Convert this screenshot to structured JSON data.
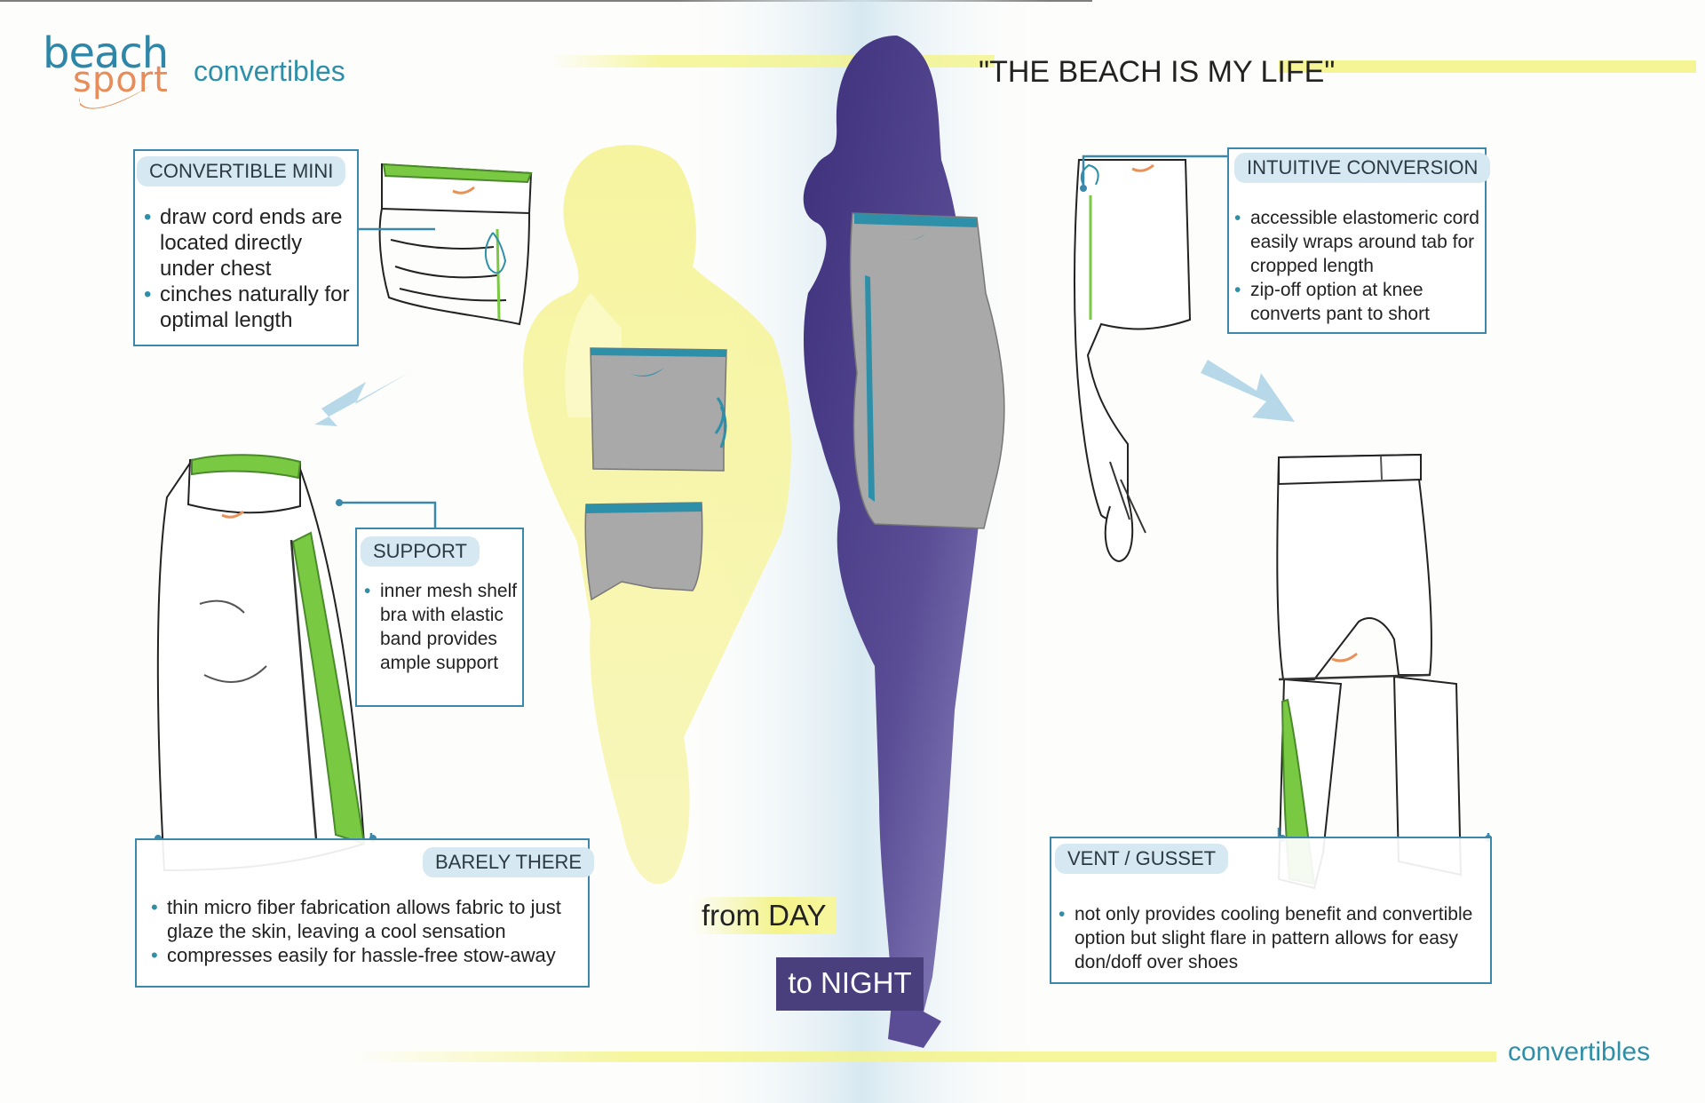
{
  "brand": {
    "logo_top": "beach",
    "logo_bottom": "sport",
    "header_label": "convertibles"
  },
  "tagline": "\"THE BEACH IS MY LIFE\"",
  "callouts": {
    "convertible_mini": {
      "title": "CONVERTIBLE MINI",
      "bullets": [
        "draw cord ends are located directly under chest",
        "cinches naturally for optimal length"
      ]
    },
    "intuitive_conversion": {
      "title": "INTUITIVE CONVERSION",
      "bullets": [
        "accessible elastomeric cord easily wraps around tab for cropped length",
        "zip-off option at knee converts pant to short"
      ]
    },
    "support": {
      "title": "SUPPORT",
      "bullets": [
        "inner mesh shelf bra with elastic band provides ample support"
      ]
    },
    "barely_there": {
      "title": "BARELY THERE",
      "bullets": [
        "thin micro fiber fabrication allows fabric to just glaze the skin, leaving a cool sensation",
        "compresses easily for hassle-free stow-away"
      ]
    },
    "vent_gusset": {
      "title": "VENT / GUSSET",
      "bullets": [
        "not only provides cooling benefit and convertible option but slight flare in pattern allows for easy don/doff over shoes"
      ]
    }
  },
  "day_label": "from DAY",
  "night_label": "to NIGHT",
  "footer_label": "convertibles",
  "colors": {
    "accent_teal": "#2e8fa8",
    "box_border": "#3b88ab",
    "tag_bg": "#d6e8f1",
    "highlight_yellow": "#f4f48a",
    "night_purple": "#4a3f7d",
    "garment_green": "#7ac943",
    "swoosh_orange": "#e8925a"
  }
}
